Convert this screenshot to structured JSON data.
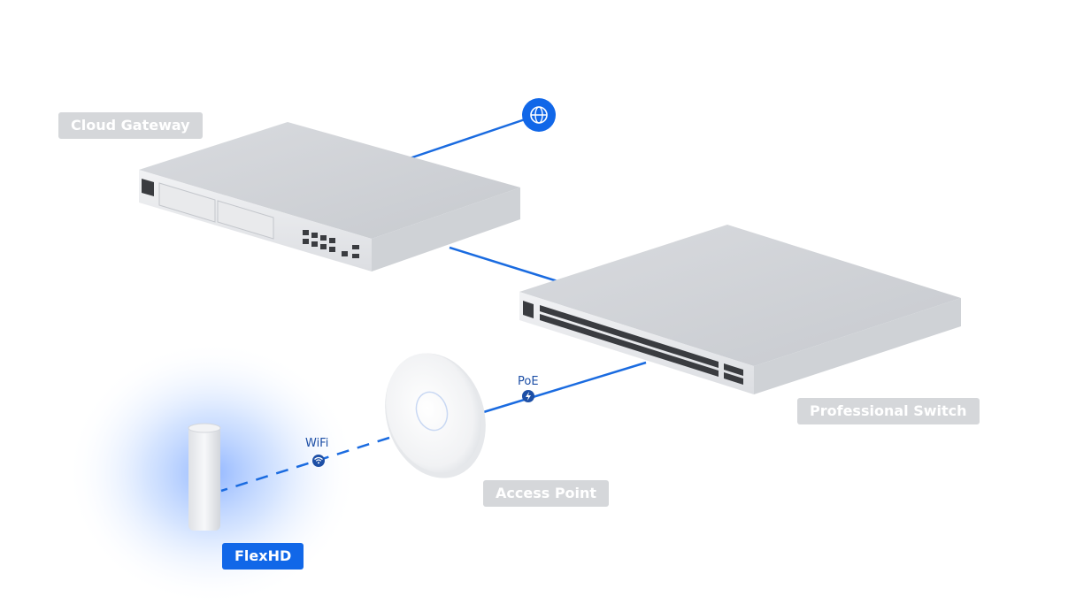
{
  "diagram": {
    "labels": {
      "cloud_gateway": "Cloud Gateway",
      "professional_switch": "Professional Switch",
      "access_point": "Access Point",
      "flexhd": "FlexHD"
    },
    "links": {
      "poe": "PoE",
      "wifi": "WiFi"
    }
  },
  "colors": {
    "accent": "#1167e8",
    "tag_grey": "#d5d7da",
    "device": "#e2e4e7",
    "link": "#1a6be0"
  },
  "icons": [
    "globe-icon",
    "lightning-icon",
    "wifi-icon"
  ]
}
